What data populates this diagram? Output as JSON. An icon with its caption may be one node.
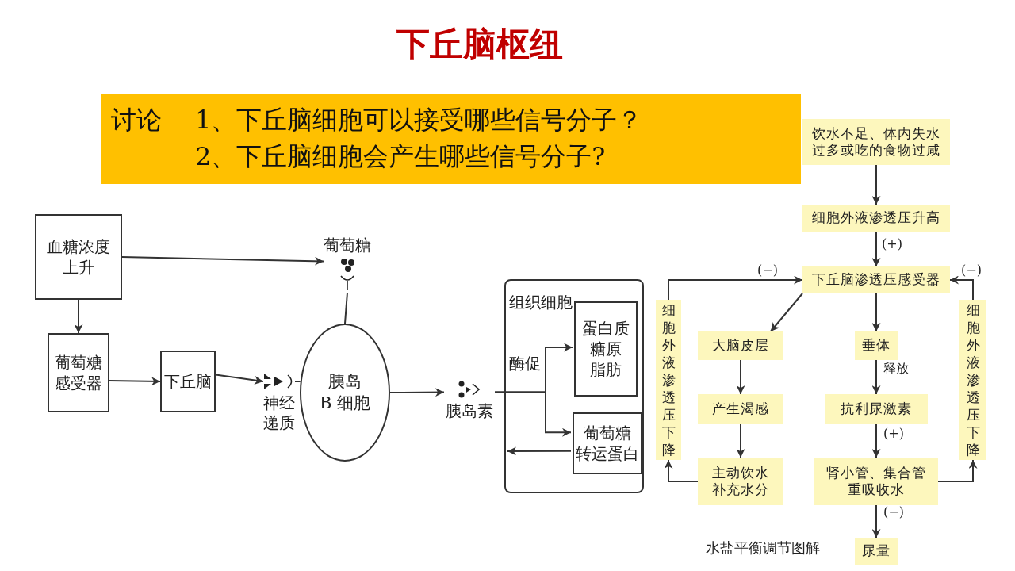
{
  "diagram": {
    "title": "下丘脑枢纽",
    "nodes": [
      {
        "text": [
          "讨论",
          "1、下丘脑细胞可以接受哪些信号分子？",
          "2、下丘脑细胞会产生哪些信号分子?"
        ]
      },
      {
        "text": [
          "血糖浓度上升"
        ]
      },
      {
        "text": [
          "葡萄糖感受器"
        ]
      },
      {
        "text": [
          "下丘脑"
        ]
      },
      {
        "text": [
          "神经递质"
        ]
      },
      {
        "text": [
          "葡萄糖"
        ]
      },
      {
        "text": [
          "胰岛",
          "B 细胞"
        ]
      },
      {
        "text": [
          "胰岛素"
        ]
      },
      {
        "text": [
          "组织细胞"
        ]
      },
      {
        "text": [
          "蛋白质",
          "糖原",
          "脂肪"
        ],
        "in": 8
      },
      {
        "text": [
          "葡萄糖",
          "转运蛋白"
        ],
        "in": 8
      },
      {
        "text": [
          "饮水不足、体内失水过多或吃的食物过咸"
        ]
      },
      {
        "text": [
          "细胞外液渗透压升高"
        ]
      },
      {
        "text": [
          "下丘脑渗透压感受器"
        ]
      },
      {
        "text": [
          "细胞外液渗透压下降"
        ]
      },
      {
        "text": [
          "大脑皮层"
        ]
      },
      {
        "text": [
          "垂体"
        ]
      },
      {
        "text": [
          "细胞外液渗透压下降"
        ]
      },
      {
        "text": [
          "产生渴感"
        ]
      },
      {
        "text": [
          "抗利尿激素"
        ]
      },
      {
        "text": [
          "主动饮水补充水分"
        ]
      },
      {
        "text": [
          "肾小管、集合管重吸收水"
        ]
      },
      {
        "text": [
          "尿量"
        ]
      }
    ],
    "edges": [
      {
        "from": 1,
        "to": 5,
        "arrow": "to"
      },
      {
        "from": 1,
        "to": 2,
        "arrow": "to"
      },
      {
        "from": 2,
        "to": 3,
        "arrow": "to"
      },
      {
        "from": 3,
        "to": 4,
        "arrow": "to"
      },
      {
        "from": 4,
        "to": 6,
        "arrow": "none"
      },
      {
        "from": 5,
        "to": 6,
        "arrow": "none"
      },
      {
        "from": 6,
        "to": 7,
        "arrow": "to"
      },
      {
        "from": 7,
        "to": 9,
        "arrow": "to",
        "label": "酶促"
      },
      {
        "from": 7,
        "to": 10,
        "arrow": "to"
      },
      {
        "from": 10,
        "to": null,
        "arrow": "to"
      },
      {
        "from": 11,
        "to": 12,
        "arrow": "to"
      },
      {
        "from": 12,
        "to": 13,
        "arrow": "to",
        "label": "(+)"
      },
      {
        "from": 14,
        "to": 13,
        "arrow": "to",
        "label": "(−)"
      },
      {
        "from": 17,
        "to": 13,
        "arrow": "to",
        "label": "(−)"
      },
      {
        "from": 13,
        "to": 15,
        "arrow": "to"
      },
      {
        "from": 13,
        "to": 16,
        "arrow": "to"
      },
      {
        "from": 15,
        "to": 18,
        "arrow": "to"
      },
      {
        "from": 16,
        "to": 19,
        "arrow": "to",
        "label": "释放"
      },
      {
        "from": 18,
        "to": 20,
        "arrow": "to"
      },
      {
        "from": 19,
        "to": 21,
        "arrow": "to",
        "label": "(+)"
      },
      {
        "from": 20,
        "to": 14,
        "arrow": "to"
      },
      {
        "from": 21,
        "to": 17,
        "arrow": "to"
      },
      {
        "from": 21,
        "to": 22,
        "arrow": "to",
        "label": "(−)"
      }
    ],
    "labels": [
      "水盐平衡调节图解"
    ]
  }
}
